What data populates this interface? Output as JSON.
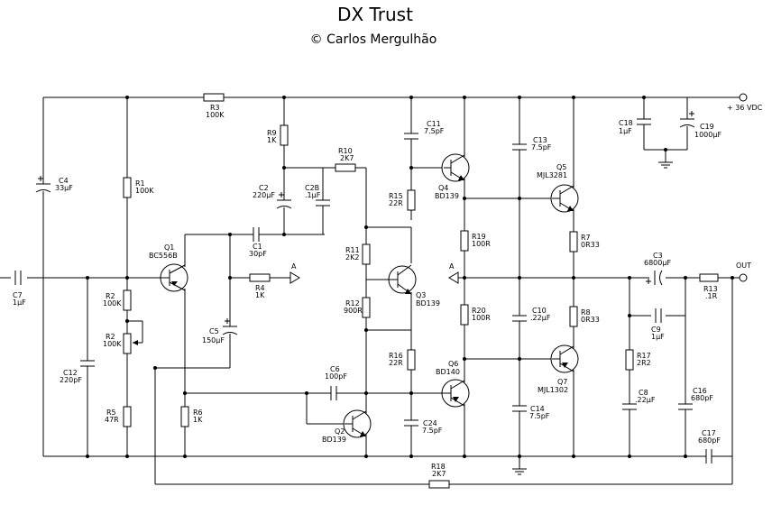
{
  "title": "DX Trust",
  "author": "© Carlos Mergulhão",
  "labels": {
    "supply": "+ 36 VDC",
    "out": "OUT",
    "a1": "A",
    "a2": "A"
  },
  "parts": {
    "R1": [
      "R1",
      "100K"
    ],
    "R2a": [
      "R2",
      "100K"
    ],
    "R2b": [
      "R2",
      "100K"
    ],
    "R3": [
      "R3",
      "100K"
    ],
    "R4": [
      "R4",
      "1K"
    ],
    "R5": [
      "R5",
      "47R"
    ],
    "R6": [
      "R6",
      "1K"
    ],
    "R7": [
      "R7",
      "0R33"
    ],
    "R8": [
      "R8",
      "0R33"
    ],
    "R9": [
      "R9",
      "1K"
    ],
    "R10": [
      "R10",
      "2K7"
    ],
    "R11": [
      "R11",
      "2K2"
    ],
    "R12": [
      "R12",
      "900R"
    ],
    "R13": [
      "R13",
      ".1R"
    ],
    "R15": [
      "R15",
      "22R"
    ],
    "R16": [
      "R16",
      "22R"
    ],
    "R17": [
      "R17",
      "2R2"
    ],
    "R18": [
      "R18",
      "2K7"
    ],
    "R19": [
      "R19",
      "100R"
    ],
    "R20": [
      "R20",
      "100R"
    ],
    "C1": [
      "C1",
      "30pF"
    ],
    "C2": [
      "C2",
      "220µF"
    ],
    "C2B": [
      "C2B",
      ".1µF"
    ],
    "C3": [
      "C3",
      "6800µF"
    ],
    "C4": [
      "C4",
      "33µF"
    ],
    "C5": [
      "C5",
      "150µF"
    ],
    "C6": [
      "C6",
      "100pF"
    ],
    "C7": [
      "C7",
      "1µF"
    ],
    "C8": [
      "C8",
      ".22µF"
    ],
    "C9": [
      "C9",
      "1µF"
    ],
    "C10": [
      "C10",
      ".22µF"
    ],
    "C11": [
      "C11",
      "7.5pF"
    ],
    "C12": [
      "C12",
      "220pF"
    ],
    "C13": [
      "C13",
      "7.5pF"
    ],
    "C14": [
      "C14",
      "7.5pF"
    ],
    "C16": [
      "C16",
      "680pF"
    ],
    "C17": [
      "C17",
      "680pF"
    ],
    "C18": [
      "C18",
      "1µF"
    ],
    "C19": [
      "C19",
      "1000µF"
    ],
    "C24": [
      "C24",
      "7.5pF"
    ],
    "Q1": [
      "Q1",
      "BC556B"
    ],
    "Q2": [
      "Q2",
      "BD139"
    ],
    "Q3": [
      "Q3",
      "BD139"
    ],
    "Q4": [
      "Q4",
      "BD139"
    ],
    "Q5": [
      "Q5",
      "MJL3281"
    ],
    "Q6": [
      "Q6",
      "BD140"
    ],
    "Q7": [
      "Q7",
      "MJL1302"
    ]
  }
}
